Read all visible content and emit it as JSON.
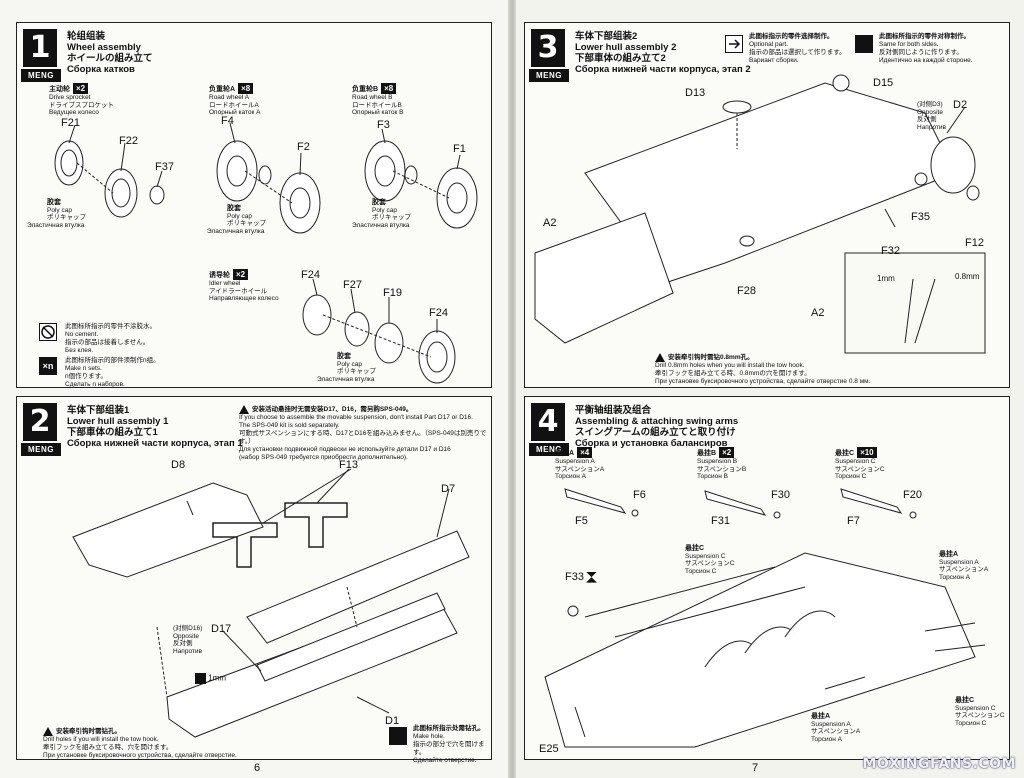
{
  "steps": {
    "s1": {
      "number": "1",
      "titles": [
        "轮组组装",
        "Wheel assembly",
        "ホイールの組み立て",
        "Сборка катков"
      ],
      "groups": {
        "sprocket": {
          "lines": [
            "主动轮",
            "Drive sprocket",
            "ドライブスプロケット",
            "Ведущее колесо"
          ],
          "qty": "×2"
        },
        "roadA": {
          "lines": [
            "负重轮A",
            "Road wheel A",
            "ロードホイールA",
            "Опорный каток A"
          ],
          "qty": "×8"
        },
        "roadB": {
          "lines": [
            "负重轮B",
            "Road wheel B",
            "ロードホイールB",
            "Опорный каток B"
          ],
          "qty": "×8"
        },
        "idler": {
          "lines": [
            "诱导轮",
            "Idler wheel",
            "アイドラーホイール",
            "Направляющее колесо"
          ],
          "qty": "×2"
        }
      },
      "parts": [
        "F21",
        "F22",
        "F37",
        "F4",
        "F2",
        "F3",
        "F1",
        "F24",
        "F27",
        "F19",
        "F24"
      ],
      "polycap": [
        "胶套",
        "Poly cap",
        "ポリキャップ",
        "Эластичная втулка"
      ],
      "legend": {
        "nocement": [
          "此图标所指示的零件不涂胶水。",
          "No cement.",
          "指示の部品は接着しません。",
          "Без клея."
        ],
        "maken": [
          "此图标所指示的部件须制作n组。",
          "Make n sets.",
          "n個作ります。",
          "Сделать n наборов."
        ],
        "xn": "×n"
      }
    },
    "s2": {
      "number": "2",
      "titles": [
        "车体下部组装1",
        "Lower hull assembly 1",
        "下部車体の組み立て1",
        "Сборка нижней части корпуса, этап 1"
      ],
      "warning": [
        "安装活动悬挂时无需安装D17、D16，需另购SPS-049。",
        "If you choose to assemble the movable suspension, don't install Part D17 or D16.",
        "The SPS-049 kit is sold separately.",
        "可動式サスペンションにする時、D17とD16を組み込みません。（SPS-049は別売りです。）",
        "Для установки подвижной подвески не используйте детали D17 и D16",
        "(набор SPS-049 требуется приобрести дополнительно)."
      ],
      "parts": [
        "D8",
        "F13",
        "D7",
        "D17",
        "D1"
      ],
      "opposite": [
        "(对侧D16)",
        "Opposite",
        "反対側",
        "Напротив"
      ],
      "drill": "1mm",
      "tow": [
        "安装牵引钩时需钻孔。",
        "Drill holes if you will install the tow hook.",
        "牽引フックを組み立てる時、穴を開けます。",
        "При установке буксировочного устройства, сделайте отверстие."
      ],
      "makehole": [
        "此图标所指示处需钻孔。",
        "Make hole.",
        "指示の部分で穴を開けます。",
        "Сделайте отверстие."
      ]
    },
    "s3": {
      "number": "3",
      "titles": [
        "车体下部组装2",
        "Lower hull assembly 2",
        "下部車体の組み立て2",
        "Сборка нижней части корпуса, этап 2"
      ],
      "optional": [
        "此图标指示的零件选择制作。",
        "Optional part.",
        "指示の部品は選択して作ります。",
        "Вариант сборки."
      ],
      "same": [
        "此图标所指示的零件对称制作。",
        "Same for both sides.",
        "反対側同じように作ります。",
        "Идентично на каждой стороне."
      ],
      "parts": [
        "D13",
        "D15",
        "D2",
        "A2",
        "F35",
        "F12",
        "F32",
        "F28",
        "A2"
      ],
      "opposite": [
        "(对侧D3)",
        "Opposite",
        "反対側",
        "Напротив"
      ],
      "drill1": "1mm",
      "drill2": "0.8mm",
      "tow": [
        "安装牵引钩时需钻0.8mm孔。",
        "Drill 0.8mm holes when you will install the tow hook.",
        "牽引フックを組み立てる時、0.8mmの穴を開けます。",
        "При установке буксировочного устройства, сделайте отверстие 0.8 мм."
      ]
    },
    "s4": {
      "number": "4",
      "titles": [
        "平衡轴组装及组合",
        "Assembling & attaching swing arms",
        "スイングアームの組み立てと取り付け",
        "Сборка и установка балансиров"
      ],
      "suspA": {
        "lines": [
          "悬挂A",
          "Suspension A",
          "サスペンションA",
          "Торсион A"
        ],
        "qty": "×4"
      },
      "suspB": {
        "lines": [
          "悬挂B",
          "Suspension B",
          "サスペンションB",
          "Торсион B"
        ],
        "qty": "×2"
      },
      "suspC": {
        "lines": [
          "悬挂C",
          "Suspension C",
          "サスペンションC",
          "Торсион C"
        ],
        "qty": "×10"
      },
      "parts": [
        "F6",
        "F5",
        "F30",
        "F31",
        "F20",
        "F7",
        "F33",
        "E25"
      ]
    }
  },
  "brand": "MENG",
  "page_numbers": [
    "6",
    "7"
  ],
  "watermark": "MOXINGFANS.COM"
}
